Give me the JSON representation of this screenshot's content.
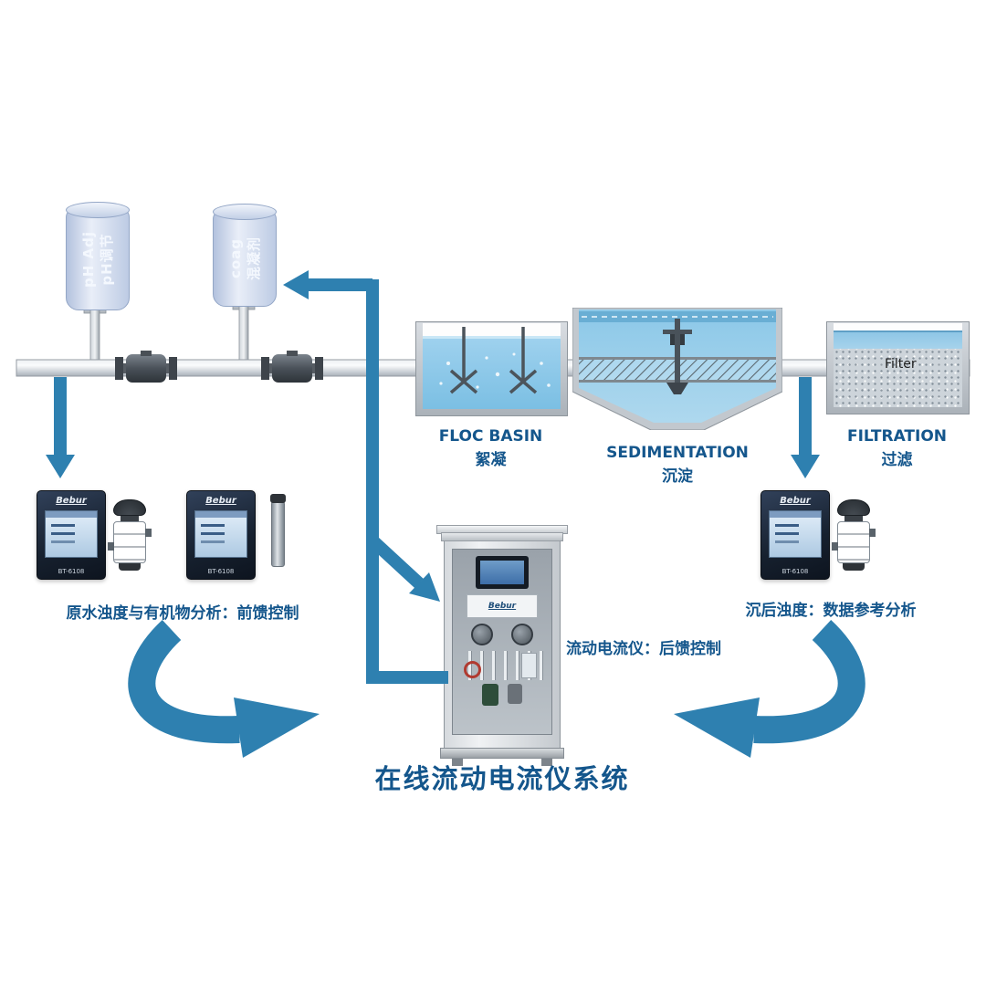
{
  "title": "在线流动电流仪系统",
  "tanks": [
    {
      "line1": "pH Adj",
      "line2": "pH调节"
    },
    {
      "line1": "coag",
      "line2": "混凝剂"
    }
  ],
  "stages": [
    {
      "name_en": "FLOC BASIN",
      "name_zh": "絮凝"
    },
    {
      "name_en": "SEDIMENTATION",
      "name_zh": "沉淀"
    },
    {
      "name_en": "FILTRATION",
      "name_zh": "过滤"
    }
  ],
  "filter": {
    "media_label": "Filter"
  },
  "captions": {
    "raw_water": "原水浊度与有机物分析：前馈控制",
    "streaming_current": "流动电流仪：后馈控制",
    "settled_water": "沉后浊度：数据参考分析"
  },
  "devices": {
    "brand": "Bebur",
    "model": "BT-6108"
  },
  "colors": {
    "arrow_blue": "#2e80b0",
    "label_blue": "#14568c"
  }
}
